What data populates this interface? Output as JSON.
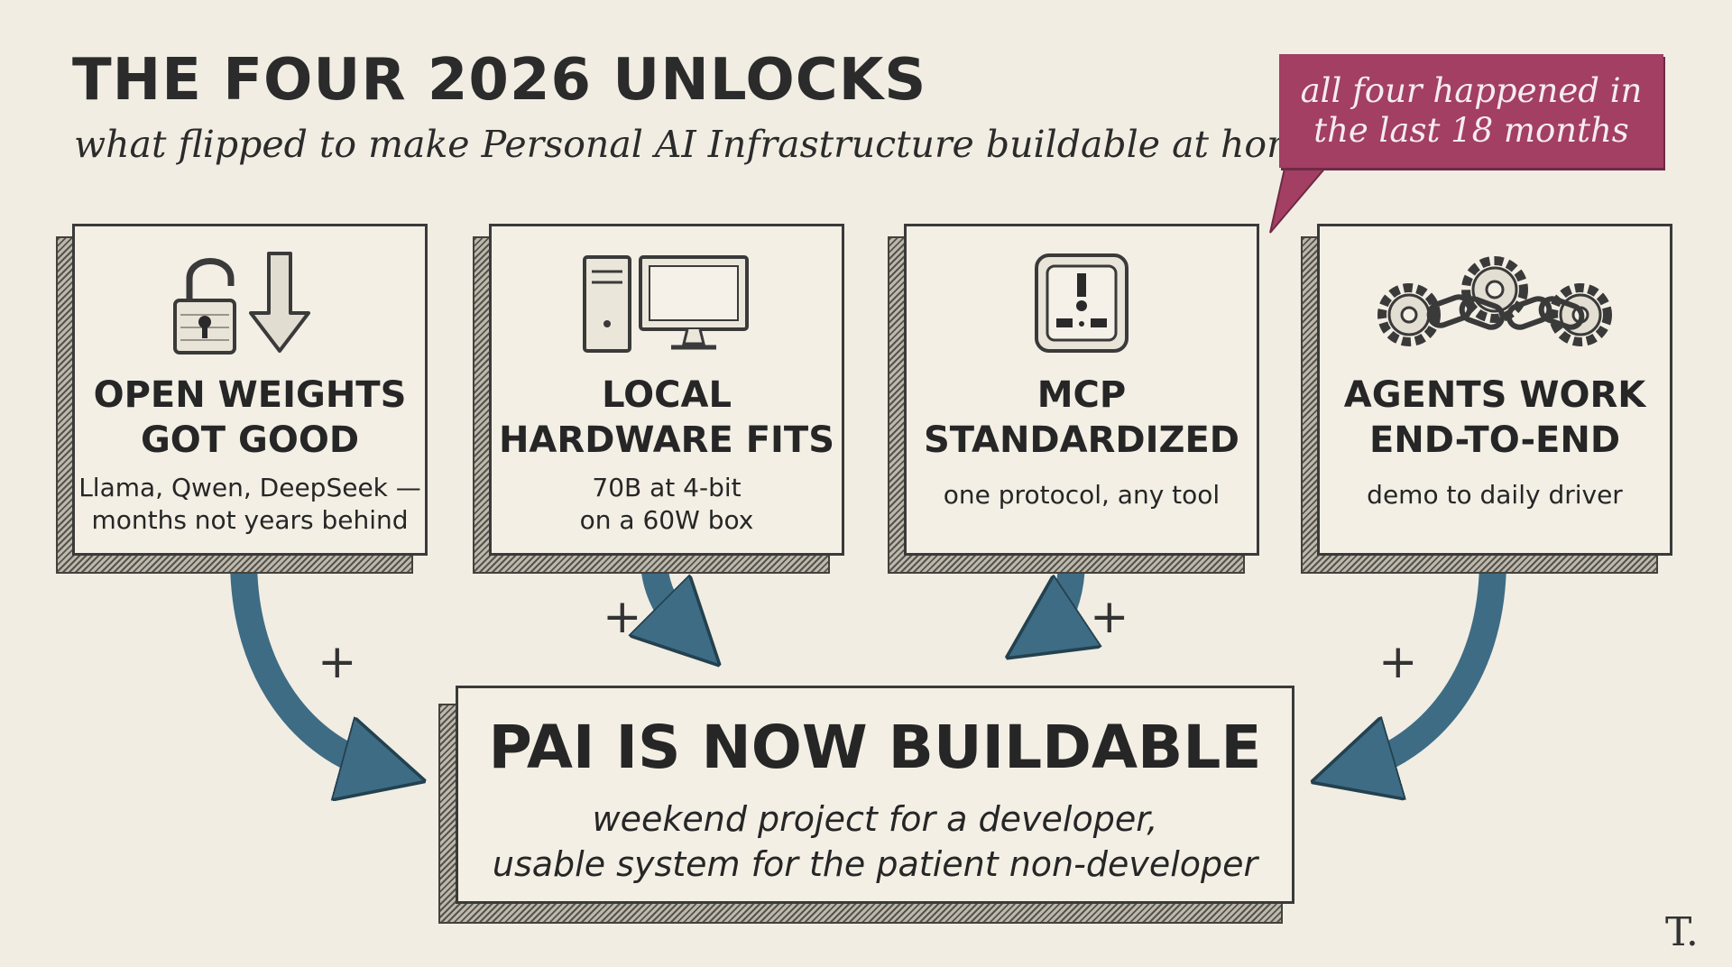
{
  "header": {
    "title": "THE FOUR 2026 UNLOCKS",
    "subtitle": "what flipped to make Personal AI Infrastructure buildable at home"
  },
  "callout": {
    "line1": "all four happened in",
    "line2": "the last 18 months",
    "color": "#a23f63"
  },
  "unlocks": [
    {
      "icon": "unlock-padlock-icon",
      "head1": "OPEN WEIGHTS",
      "head2": "GOT GOOD",
      "desc1": "Llama, Qwen, DeepSeek —",
      "desc2": "months not years behind"
    },
    {
      "icon": "desktop-computer-icon",
      "head1": "LOCAL",
      "head2": "HARDWARE FITS",
      "desc1": "70B at 4-bit",
      "desc2": "on a 60W box"
    },
    {
      "icon": "universal-socket-icon",
      "head1": "MCP",
      "head2": "STANDARDIZED",
      "desc1": "one protocol, any tool"
    },
    {
      "icon": "gears-chain-icon",
      "head1": "AGENTS WORK",
      "head2": "END-TO-END",
      "desc1": "demo to daily driver"
    }
  ],
  "result": {
    "title": "PAI IS NOW BUILDABLE",
    "line1": "weekend project for a developer,",
    "line2": "usable system for the patient non-developer"
  },
  "plus_symbol": "+",
  "signature": "T.",
  "colors": {
    "arrow": "#3e6c84",
    "background": "#f1ede3"
  }
}
